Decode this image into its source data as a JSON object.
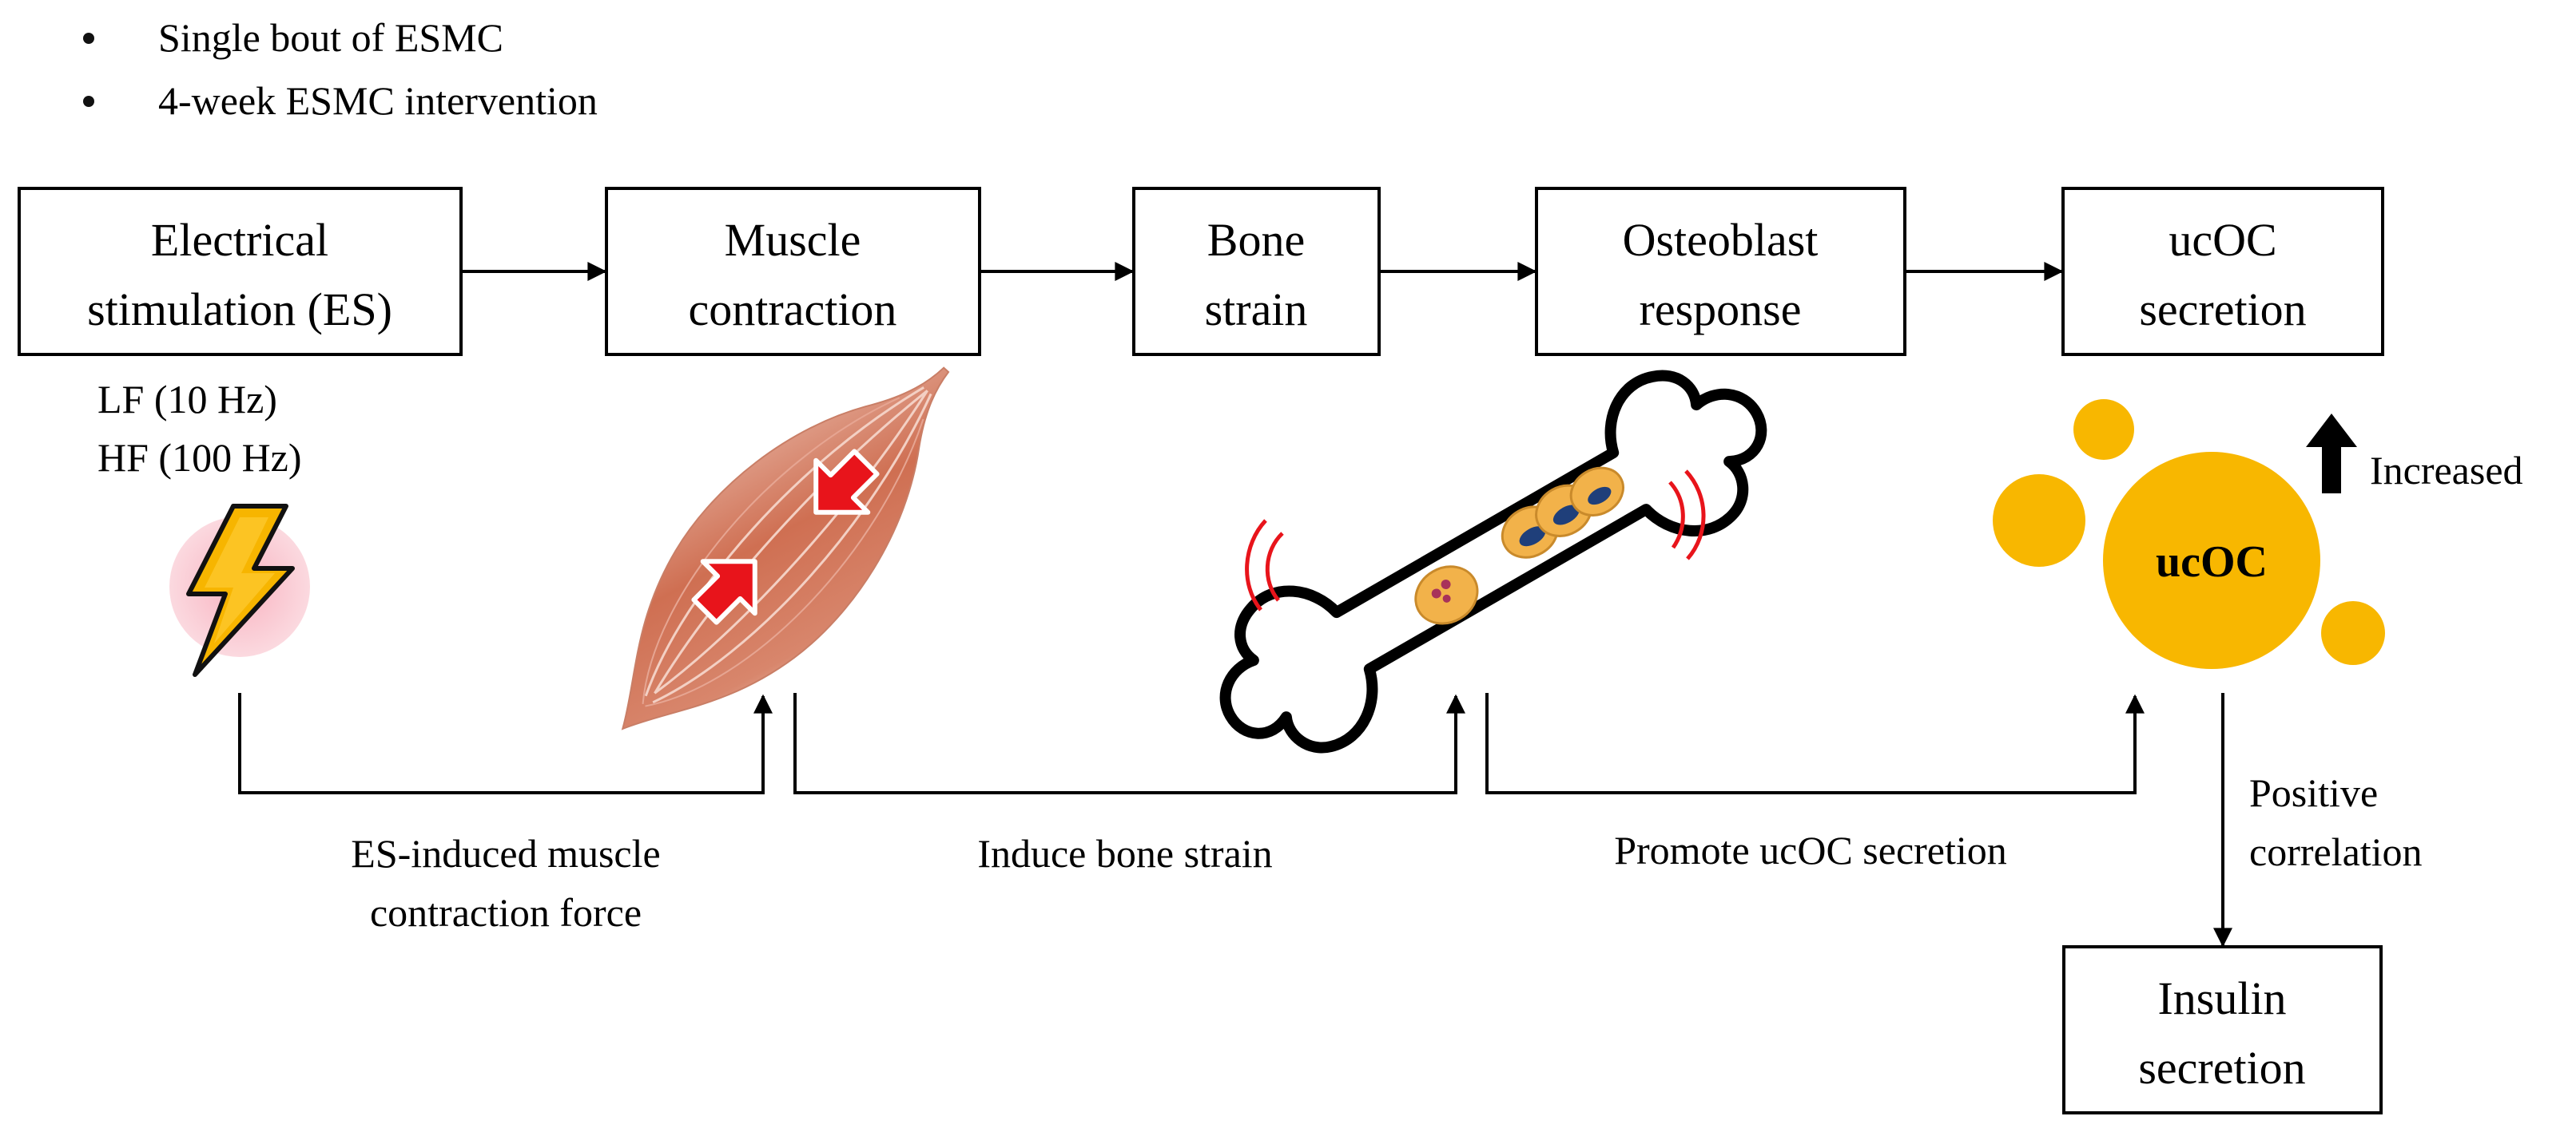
{
  "bullets": [
    "Single bout of ESMC",
    "4-week ESMC intervention"
  ],
  "boxes": [
    {
      "line1": "Electrical",
      "line2": "stimulation (ES)"
    },
    {
      "line1": "Muscle",
      "line2": "contraction"
    },
    {
      "line1": "Bone",
      "line2": "strain"
    },
    {
      "line1": "Osteoblast",
      "line2": "response"
    },
    {
      "line1": "ucOC",
      "line2": "secretion"
    },
    {
      "line1": "Insulin",
      "line2": "secretion"
    }
  ],
  "stimulation": {
    "lf": "LF (10 Hz)",
    "hf": "HF (100 Hz)"
  },
  "ucoc": {
    "label": "ucOC",
    "increased": "Increased"
  },
  "feedback_labels": {
    "es_force_1": "ES-induced muscle",
    "es_force_2": "contraction force",
    "bone_strain": "Induce bone strain",
    "promote": "Promote ucOC secretion",
    "correlation_1": "Positive",
    "correlation_2": "correlation"
  },
  "colors": {
    "ink": "#000000",
    "lightning": "#f7b500",
    "lightning_halo": "#f6b9c4",
    "muscle": "#d4775c",
    "arrow_red": "#e8141b",
    "vibration": "#e8141b",
    "ucoc": "#f8b700",
    "cell": "#f2b24a",
    "nucleus": "#1f3f7a"
  }
}
